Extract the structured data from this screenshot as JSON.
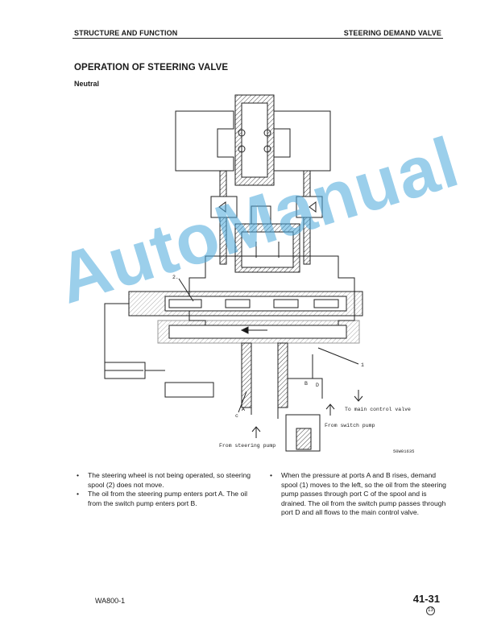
{
  "header": {
    "left": "STRUCTURE AND FUNCTION",
    "right": "STEERING DEMAND VALVE"
  },
  "title": "OPERATION OF STEERING VALVE",
  "subtitle": "Neutral",
  "diagram": {
    "labels": {
      "callout_2": "2.",
      "callout_1": "1",
      "port_a": "A",
      "port_b": "B",
      "port_c": "c",
      "port_d": "D",
      "to_main": "To main control valve",
      "from_switch": "From switch pump",
      "from_steering": "From steering pump",
      "figure_code": "50W01635"
    }
  },
  "body_left": [
    "The steering wheel is not being operated, so steering spool (2) does not move.",
    "The oil from the steering pump enters port A. The oil from the switch pump enters port B."
  ],
  "body_right": [
    "When the pressure at ports A and B rises, demand spool (1) moves to the left, so the oil from the steering pump passes through port C of the spool and is drained. The oil from the switch pump passes through port D and all flows to the main control valve."
  ],
  "footer": {
    "model": "WA800-1",
    "page": "41-31",
    "mark": "13"
  },
  "watermark": "AutoManual",
  "colors": {
    "watermark": "#4aa8dc",
    "ink": "#1a1a1a"
  }
}
